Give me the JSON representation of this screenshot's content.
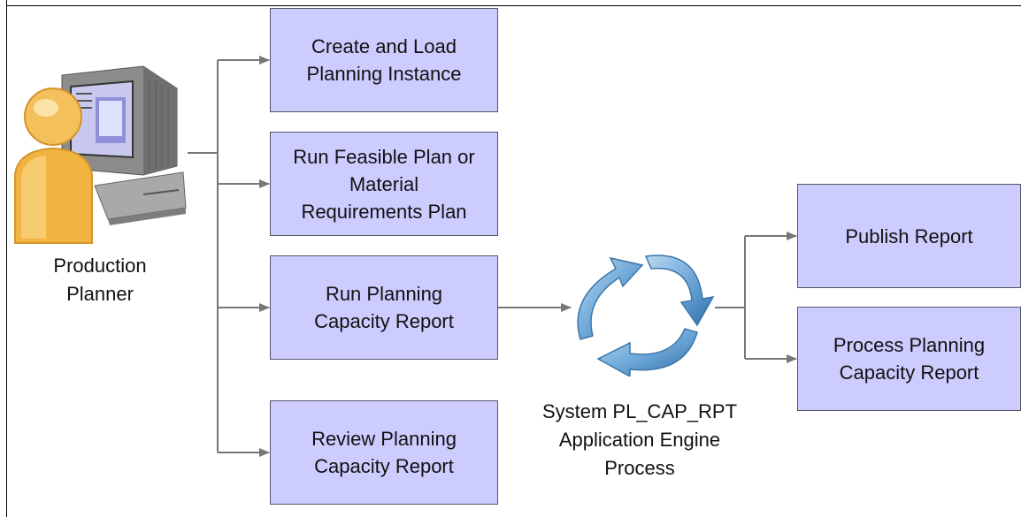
{
  "actor": {
    "icon": "production-planner-computer-icon",
    "label": "Production\nPlanner"
  },
  "steps": [
    "Create and Load\nPlanning Instance",
    "Run Feasible Plan or\nMaterial\nRequirements Plan",
    "Run Planning\nCapacity Report",
    "Review Planning\nCapacity Report"
  ],
  "process": {
    "icon": "cycle-arrows-icon",
    "label": "System PL_CAP_RPT\nApplication Engine\nProcess"
  },
  "outputs": [
    "Publish Report",
    "Process Planning\nCapacity Report"
  ],
  "colors": {
    "box_fill": "#ccccff",
    "box_border": "#555566",
    "connector": "#777777",
    "cycle": "#6ea8d8"
  }
}
